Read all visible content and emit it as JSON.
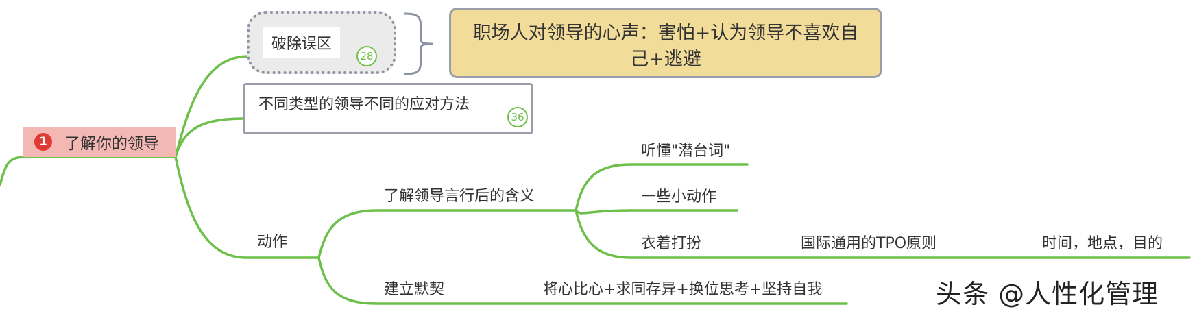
{
  "root": {
    "number": "1",
    "label": "了解你的领导"
  },
  "myth": {
    "label": "破除误区",
    "badge": "28"
  },
  "callout": {
    "text": "职场人对领导的心声：害怕+认为领导不喜欢自己+逃避"
  },
  "methods": {
    "label": "不同类型的领导不同的应对方法",
    "badge": "36"
  },
  "action": {
    "label": "动作",
    "understand": {
      "label": "了解领导言行后的含义",
      "items": [
        "听懂\"潜台词\"",
        "一些小动作",
        "衣着打扮"
      ],
      "tpo": "国际通用的TPO原则",
      "tpo_detail": "时间，地点，目的"
    },
    "rapport": {
      "label": "建立默契",
      "detail": "将心比心+求同存异+换位思考+坚持自我"
    }
  },
  "watermark": "头条 @人性化管理",
  "colors": {
    "line": "#6cc04a",
    "root_bg": "#f4b8b4",
    "callout_bg": "#f2dc9a"
  }
}
